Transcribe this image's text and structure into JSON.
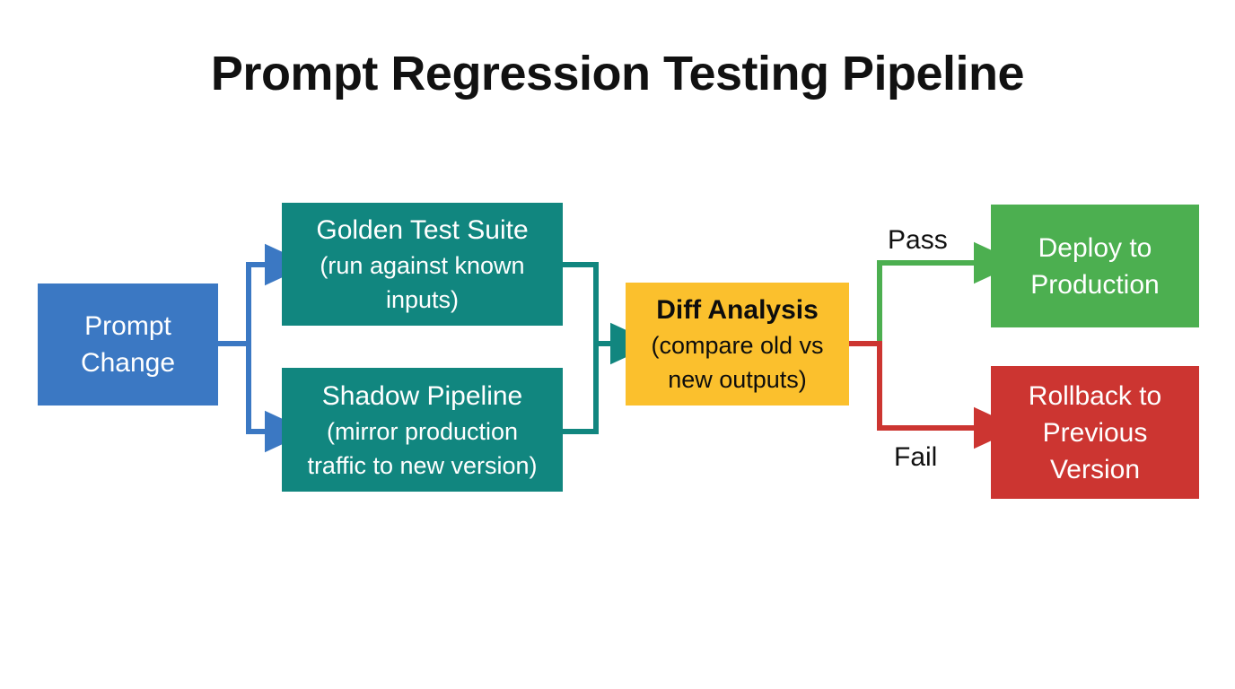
{
  "diagram": {
    "title": "Prompt Regression Testing Pipeline",
    "type": "flowchart",
    "background_color": "#ffffff",
    "nodes": [
      {
        "id": "prompt-change",
        "title": "Prompt",
        "title2": "Change",
        "fill": "#3b78c3",
        "text_color": "#ffffff"
      },
      {
        "id": "golden-test-suite",
        "title": "Golden Test Suite",
        "sub1": "(run against known",
        "sub2": "inputs)",
        "fill": "#11867f",
        "text_color": "#ffffff"
      },
      {
        "id": "shadow-pipeline",
        "title": "Shadow Pipeline",
        "sub1": "(mirror production",
        "sub2": "traffic to new version)",
        "fill": "#11867f",
        "text_color": "#ffffff"
      },
      {
        "id": "diff-analysis",
        "title": "Diff Analysis",
        "sub1": "(compare old vs",
        "sub2": "new outputs)",
        "fill": "#fbc02d",
        "text_color": "#0d0d0d"
      },
      {
        "id": "deploy-production",
        "title": "Deploy to",
        "title2": "Production",
        "fill": "#4caf50",
        "text_color": "#ffffff"
      },
      {
        "id": "rollback-previous",
        "title": "Rollback to",
        "title2": "Previous",
        "title3": "Version",
        "fill": "#cc3531",
        "text_color": "#ffffff"
      }
    ],
    "edges": [
      {
        "id": "prompt-to-golden",
        "label": "",
        "color": "#3b78c3"
      },
      {
        "id": "prompt-to-shadow",
        "label": "",
        "color": "#3b78c3"
      },
      {
        "id": "golden-to-diff",
        "label": "",
        "color": "#11867f"
      },
      {
        "id": "shadow-to-diff",
        "label": "",
        "color": "#11867f"
      },
      {
        "id": "diff-to-deploy",
        "label": "Pass",
        "color": "#4caf50"
      },
      {
        "id": "diff-to-rollback",
        "label": "Fail",
        "color": "#cc3531"
      }
    ]
  }
}
